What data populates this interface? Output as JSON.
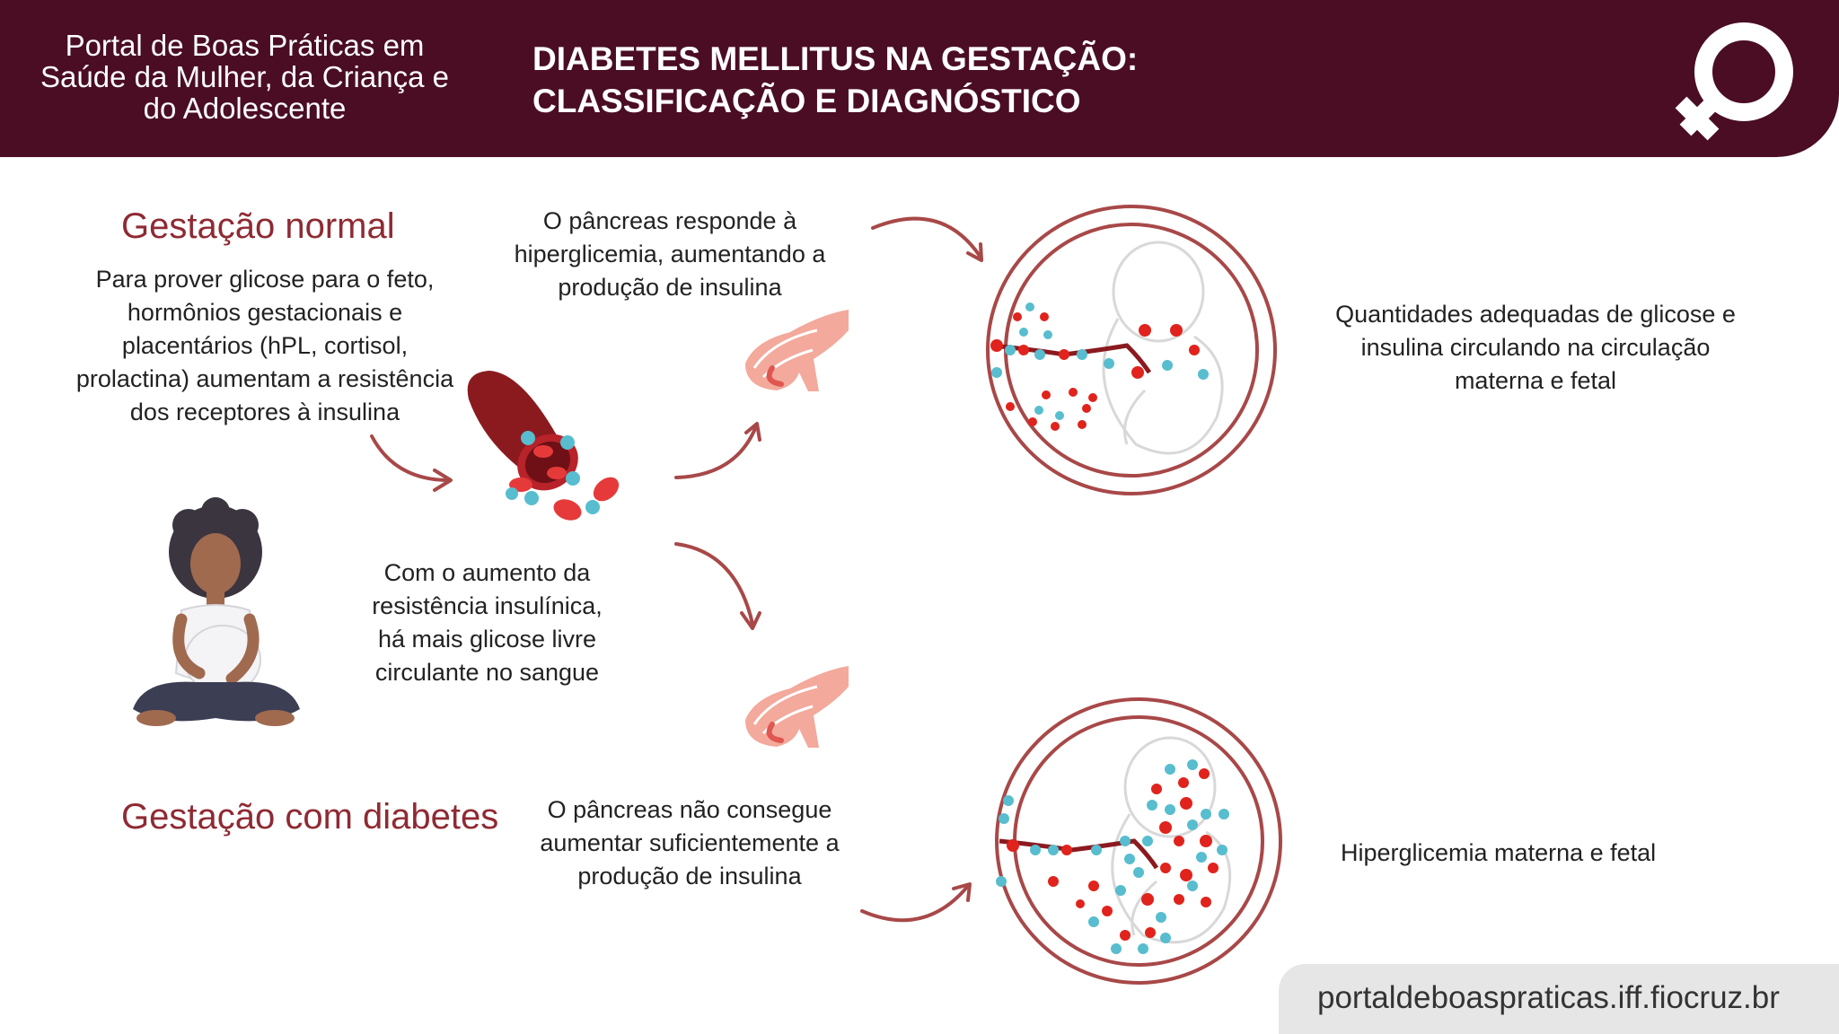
{
  "header": {
    "portal_name": "Portal de Boas Práticas em Saúde da Mulher, da Criança e do Adolescente",
    "title_line1": "DIABETES MELLITUS NA GESTAÇÃO:",
    "title_line2": "CLASSIFICAÇÃO E DIAGNÓSTICO",
    "logo_icon": "female-symbol-icon"
  },
  "normal": {
    "heading": "Gestação normal",
    "description": "Para prover glicose para o feto, hormônios gestacionais e placentários (hPL, cortisol, prolactina) aumentam a resistência dos receptores  à insulina",
    "pancreas_response": "O pâncreas responde  à hiperglicemia, aumentando a produção de insulina",
    "outcome": "Quantidades adequadas de glicose e insulina circulando na circulação materna e fetal"
  },
  "middle": {
    "resistance_text": "Com o aumento da resistência insulínica, há mais glicose livre circulante no sangue"
  },
  "diabetes": {
    "heading": "Gestação com diabetes",
    "pancreas_failure": "O pâncreas não consegue aumentar suficientemente a produção de insulina",
    "outcome": "Hiperglicemia materna e fetal"
  },
  "footer": {
    "link": "portaldeboaspraticas.iff.fiocruz.br"
  },
  "colors": {
    "header_bg": "#4a0d24",
    "heading": "#8f2a33",
    "glucose": "#e0231c",
    "insulin": "#57bdcf",
    "arrow": "#a84848",
    "pancreas": "#f3a99b",
    "footer_bg": "#e7e6e7"
  }
}
